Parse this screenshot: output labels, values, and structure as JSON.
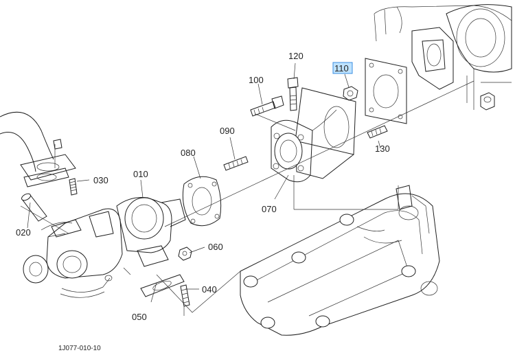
{
  "diagram": {
    "reference_code": "1J077-010-10",
    "highlighted_part": "110",
    "colors": {
      "line": "#1e1e1e",
      "highlight_fill": "#bfe3ff",
      "highlight_border": "#3a8de0"
    },
    "parts": {
      "p010": "010",
      "p020": "020",
      "p030": "030",
      "p040": "040",
      "p050": "050",
      "p060": "060",
      "p070": "070",
      "p080": "080",
      "p090": "090",
      "p100": "100",
      "p110": "110",
      "p120": "120",
      "p130": "130"
    }
  }
}
